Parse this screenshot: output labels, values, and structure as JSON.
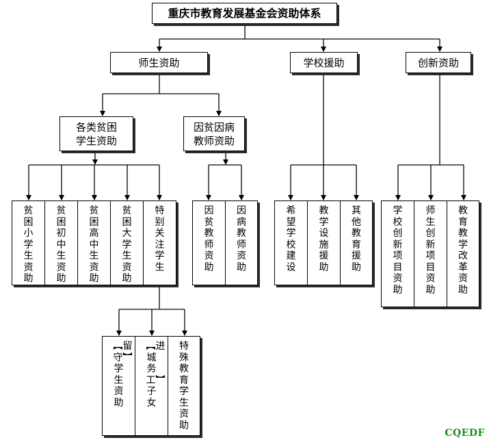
{
  "title": "重庆市教育发展基金会资助体系",
  "branches": {
    "teacher_student": "师生资助",
    "school": "学校援助",
    "innovation": "创新资助"
  },
  "sub": {
    "poor_students": "各类贫困\n学生资助",
    "poor_teachers": "因贫因病\n教师资助"
  },
  "leaves": {
    "student": [
      "贫困小学生资助",
      "贫困初中生资助",
      "贫困高中生资助",
      "贫困大学生资助",
      "特别关注学生"
    ],
    "teacher": [
      "因贫教师资助",
      "因病教师资助"
    ],
    "school": [
      "希望学校建设",
      "教学设施援助",
      "其他教育援助"
    ],
    "innovation": [
      "学校创新项目资助",
      "师生创新项目资助",
      "教育教学改革资助"
    ],
    "special": [
      "︻留守︼学生资助",
      "︻进城务工︼子女",
      "特殊教育学生资助"
    ]
  },
  "brand": "CQEDF"
}
